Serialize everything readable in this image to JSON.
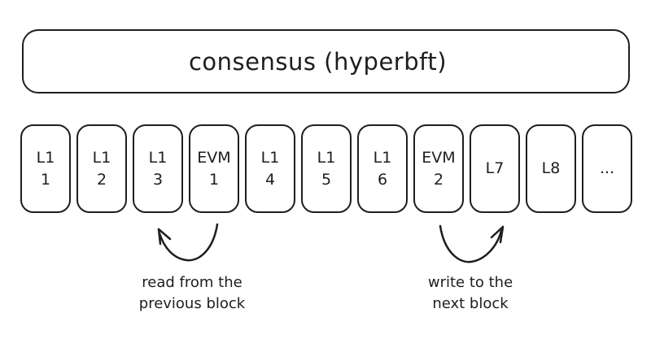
{
  "consensus": {
    "label": "consensus (hyperbft)"
  },
  "blocks": [
    "L1\n1",
    "L1\n2",
    "L1\n3",
    "EVM\n1",
    "L1\n4",
    "L1\n5",
    "L1\n6",
    "EVM\n2",
    "L7",
    "L8",
    "..."
  ],
  "annotations": {
    "read": "read from the\nprevious block",
    "write": "write to the\nnext block"
  },
  "colors": {
    "stroke": "#1e1e1e",
    "background": "#ffffff"
  }
}
